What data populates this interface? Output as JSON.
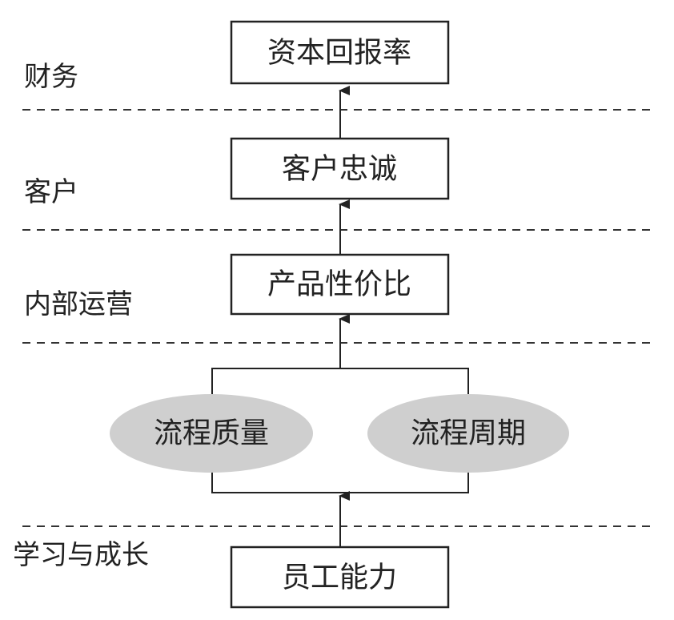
{
  "layers": {
    "finance": "财务",
    "customer": "客户",
    "internal": "内部运营",
    "learning": "学习与成长"
  },
  "nodes": {
    "capital_return": "资本回报率",
    "customer_loyalty": "客户忠诚",
    "product_value": "产品性价比",
    "process_quality": "流程质量",
    "process_cycle": "流程周期",
    "employee_capability": "员工能力"
  }
}
